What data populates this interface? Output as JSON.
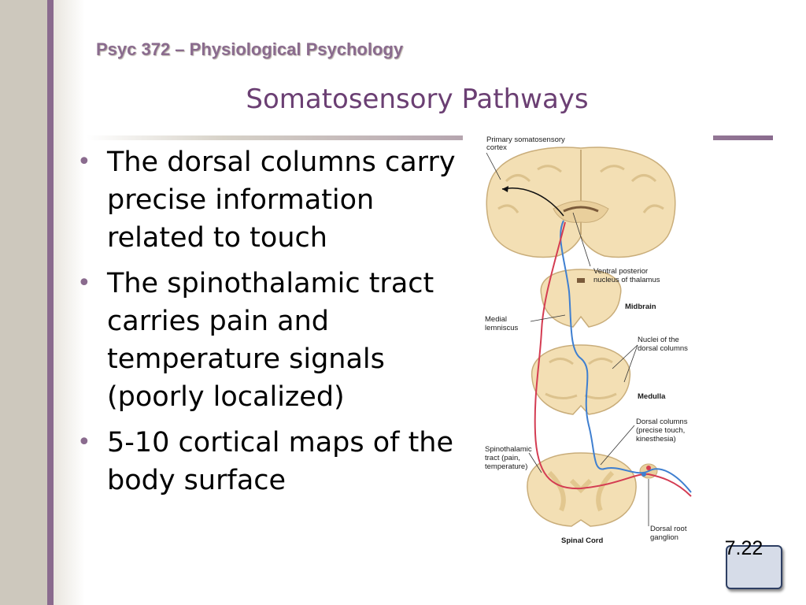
{
  "header": {
    "course_title": "Psyc 372 – Physiological Psychology",
    "slide_title": "Somatosensory Pathways"
  },
  "bullets": [
    {
      "text": "The dorsal columns carry precise information related to touch"
    },
    {
      "text": "The spinothalamic tract carries pain and temperature signals (poorly localized)"
    },
    {
      "text": "5-10 cortical maps of the body surface"
    }
  ],
  "bullet_glyph": "•",
  "figure": {
    "labels": {
      "cortex_1": "Primary somatosensory",
      "cortex_2": "cortex",
      "vpn_1": "Ventral posterior",
      "vpn_2": "nucleus of thalamus",
      "midbrain": "Midbrain",
      "medial_1": "Medial",
      "medial_2": "lemniscus",
      "nuclei_1": "Nuclei of the",
      "nuclei_2": "dorsal columns",
      "medulla": "Medulla",
      "dc_1": "Dorsal columns",
      "dc_2": "(precise touch,",
      "dc_3": "kinesthesia)",
      "st_1": "Spinothalamic",
      "st_2": "tract (pain,",
      "st_3": "temperature)",
      "drg_1": "Dorsal root",
      "drg_2": "ganglion",
      "spinal": "Spinal Cord"
    }
  },
  "page_number": "7.22",
  "colors": {
    "accent_purple": "#8a6b8e",
    "title_purple": "#6b3f73",
    "tissue": "#f3dfb4",
    "pathway_blue": "#3f7fd0",
    "pathway_red": "#d43c52"
  }
}
